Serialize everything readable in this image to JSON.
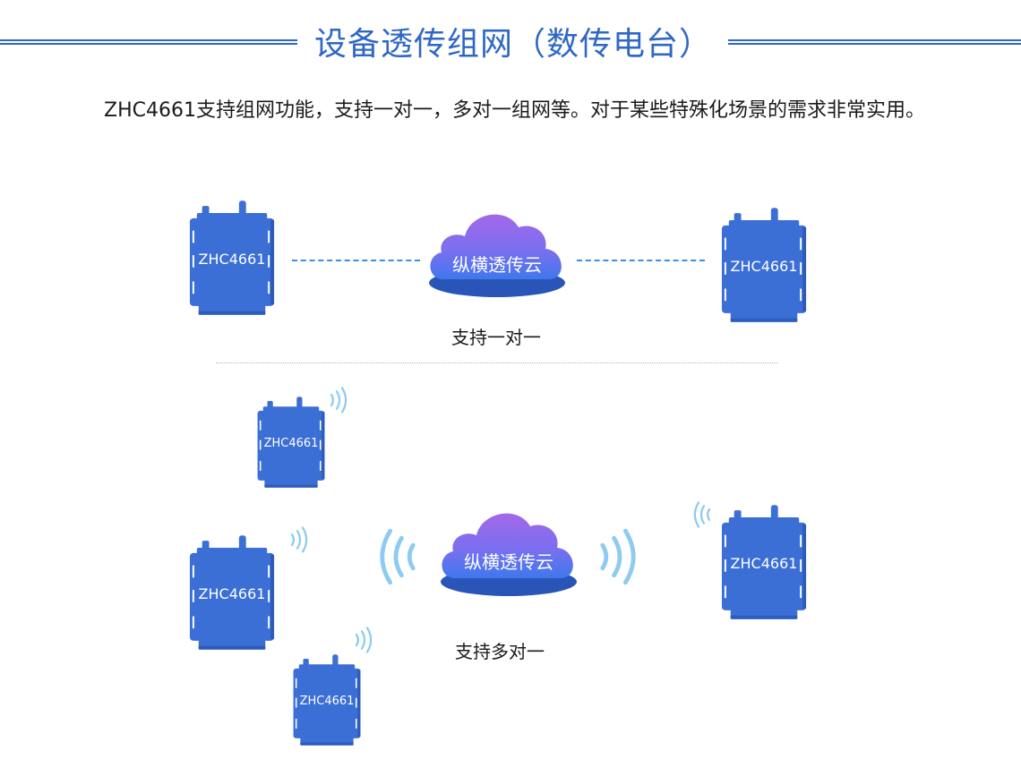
{
  "title": "设备透传组网（数传电台）",
  "intro": "ZHC4661支持组网功能，支持一对一，多对一组网等。对于某些特殊化场景的需求非常实用。",
  "colors": {
    "accent": "#2f68c4",
    "device_body": "#3b6fd6",
    "device_edge": "#2d5cba",
    "cloud_top": "#a368e8",
    "cloud_bottom": "#3f78ec",
    "link_dash": "#3a8ee8",
    "wave": "#8ecbf0"
  },
  "one_to_one": {
    "device_left": "ZHC4661",
    "device_right": "ZHC4661",
    "cloud": "纵横透传云",
    "caption": "支持一对一"
  },
  "many_to_one": {
    "device_top": "ZHC4661",
    "device_mid": "ZHC4661",
    "device_bottom": "ZHC4661",
    "device_right": "ZHC4661",
    "cloud": "纵横透传云",
    "caption": "支持多对一"
  },
  "icons": {
    "device": "radio-modem-icon",
    "cloud": "cloud-icon",
    "signal": "wireless-signal-icon"
  }
}
